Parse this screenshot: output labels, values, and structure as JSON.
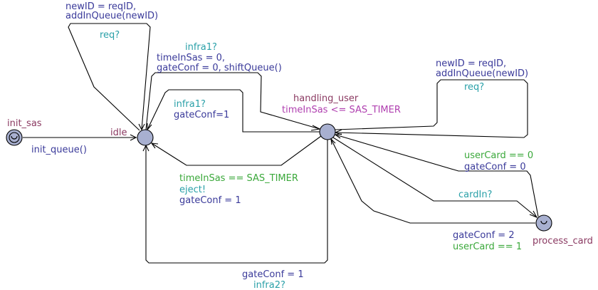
{
  "colors": {
    "location_name": "#8b3a62",
    "invariant": "#b040b0",
    "sync": "#2aa0a8",
    "assignment": "#3a3a9a",
    "guard": "#3aa83a",
    "location_fill": "#a8b0d0"
  },
  "locations": {
    "init_sas": "init_sas",
    "idle": "idle",
    "handling_user": "handling_user",
    "handling_user_invariant": "timeInSas <= SAS_TIMER",
    "process_card": "process_card"
  },
  "edges": {
    "init_to_idle": {
      "update": "init_queue()"
    },
    "idle_self": {
      "update_line1": "newID = reqID,",
      "update_line2": "addInQueue(newID)",
      "sync": "req?"
    },
    "idle_to_handling": {
      "sync": "infra1?",
      "update_line1": "timeInSas = 0,",
      "update_line2": "gateConf = 0, shiftQueue()"
    },
    "handling_to_idle_infra1": {
      "sync": "infra1?",
      "update": "gateConf=1"
    },
    "handling_to_idle_timer": {
      "guard": "timeInSas == SAS_TIMER",
      "sync": "eject!",
      "update": "gateConf = 1"
    },
    "handling_to_idle_infra2": {
      "update": "gateConf = 1",
      "sync": "infra2?"
    },
    "handling_self": {
      "update_line1": "newID = reqID,",
      "update_line2": "addInQueue(newID)",
      "sync": "req?"
    },
    "process_to_handling_top": {
      "guard": "userCard == 0",
      "update": "gateConf = 0"
    },
    "handling_to_process": {
      "sync": "cardIn?"
    },
    "process_to_handling_bottom": {
      "update": "gateConf = 2",
      "guard": "userCard == 1"
    }
  }
}
